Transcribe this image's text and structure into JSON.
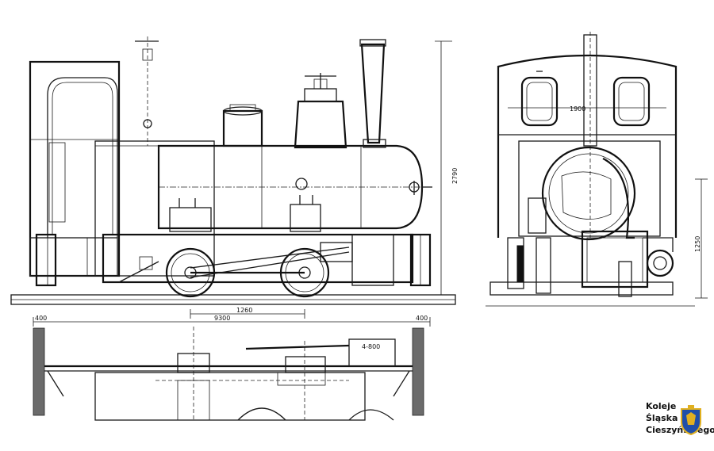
{
  "drawing": {
    "dimensions": {
      "overall_length": "9300",
      "wheelbase": "1260",
      "height": "2790",
      "cab_width": "1900",
      "axle_height": "1250",
      "buffer_left": "400",
      "buffer_right": "400",
      "plan_label": "4-800"
    }
  },
  "logo": {
    "line1": "Koleje",
    "line2": "Śląska",
    "line3": "Cieszyńskiego",
    "crest_colors": [
      "#1f4fa8",
      "#e0b020"
    ]
  }
}
